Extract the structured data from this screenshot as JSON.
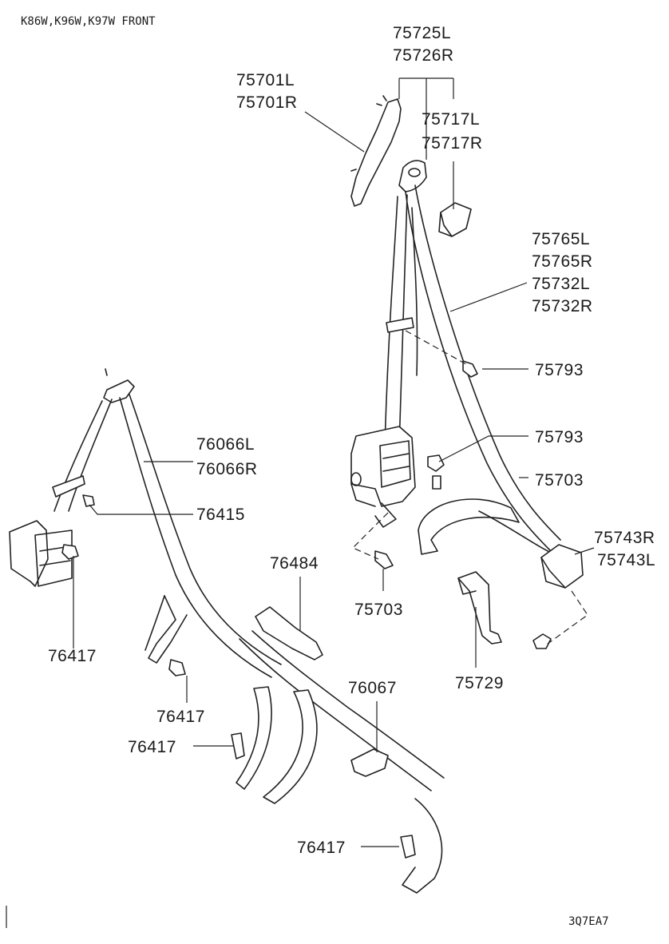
{
  "header": {
    "model_text": "K86W,K96W,K97W FRONT"
  },
  "footer": {
    "code": "3Q7EA7"
  },
  "parts": {
    "p75725L": "75725L",
    "p75726R": "75726R",
    "p75701L": "75701L",
    "p75701R": "75701R",
    "p75717L": "75717L",
    "p75717R": "75717R",
    "p75765L": "75765L",
    "p75765R": "75765R",
    "p75732L": "75732L",
    "p75732R": "75732R",
    "p75793a": "75793",
    "p75793b": "75793",
    "p75703a": "75703",
    "p75703b": "75703",
    "p75743R": "75743R",
    "p75743L": "75743L",
    "p75729": "75729",
    "p76066L": "76066L",
    "p76066R": "76066R",
    "p76415": "76415",
    "p76484": "76484",
    "p76417a": "76417",
    "p76417b": "76417",
    "p76417c": "76417",
    "p76417d": "76417",
    "p76067": "76067"
  },
  "colors": {
    "ink": "#222222",
    "paper": "#ffffff"
  }
}
